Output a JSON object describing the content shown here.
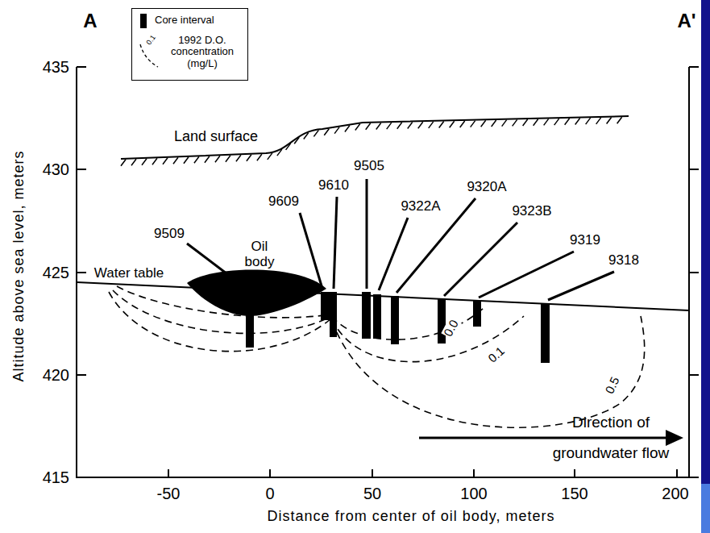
{
  "diagram": {
    "labels": [
      "A",
      "A'",
      "435",
      "430",
      "425",
      "420",
      "415",
      "-50",
      "0",
      "50",
      "100",
      "150",
      "200",
      "Altitude above sea level, meters",
      "Distance from center of oil body, meters",
      "Land surface",
      "Water table",
      "Oil body",
      "9509",
      "9609",
      "9610",
      "9505",
      "9322A",
      "9320A",
      "9323B",
      "9319",
      "9318",
      "0.0",
      "0.1",
      "0.5",
      "0.1",
      "Direction of groundwater flow"
    ],
    "legend": [
      {
        "text": "Core interval",
        "color": "#000000"
      },
      {
        "text": "1992 D.O. concentration (mg/L)"
      }
    ]
  }
}
